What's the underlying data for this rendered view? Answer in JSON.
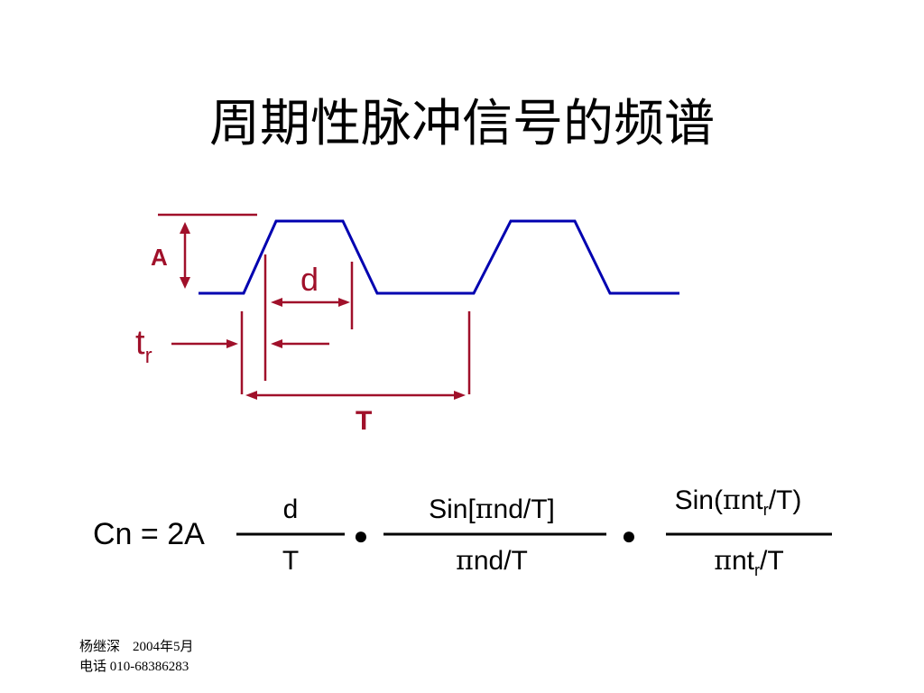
{
  "title": "周期性脉冲信号的频谱",
  "diagram": {
    "label_amplitude": "A",
    "label_width": "d",
    "label_rise_base": "t",
    "label_rise_sub": "r",
    "label_period": "T"
  },
  "formula": {
    "lhs": "Cn = 2A",
    "frac1_num": "d",
    "frac1_den": "T",
    "frac2_num_prefix": "Sin[",
    "frac2_num_pi": "π",
    "frac2_num_suffix": "nd/T]",
    "frac2_den_pi": "π",
    "frac2_den_suffix": "nd/T",
    "frac3_num_prefix": "Sin(",
    "frac3_num_pi": "π",
    "frac3_num_mid": "nt",
    "frac3_num_sub": "r",
    "frac3_num_suffix": "/T)",
    "frac3_den_pi": "π",
    "frac3_den_mid": "nt",
    "frac3_den_sub": "r",
    "frac3_den_suffix": "/T",
    "dot": "●"
  },
  "footer": {
    "author": "杨继深",
    "date": "2004年5月",
    "phone": "电话 010-68386283"
  },
  "colors": {
    "waveform": "#0000b0",
    "annotation": "#a0102a",
    "text": "#000000"
  }
}
